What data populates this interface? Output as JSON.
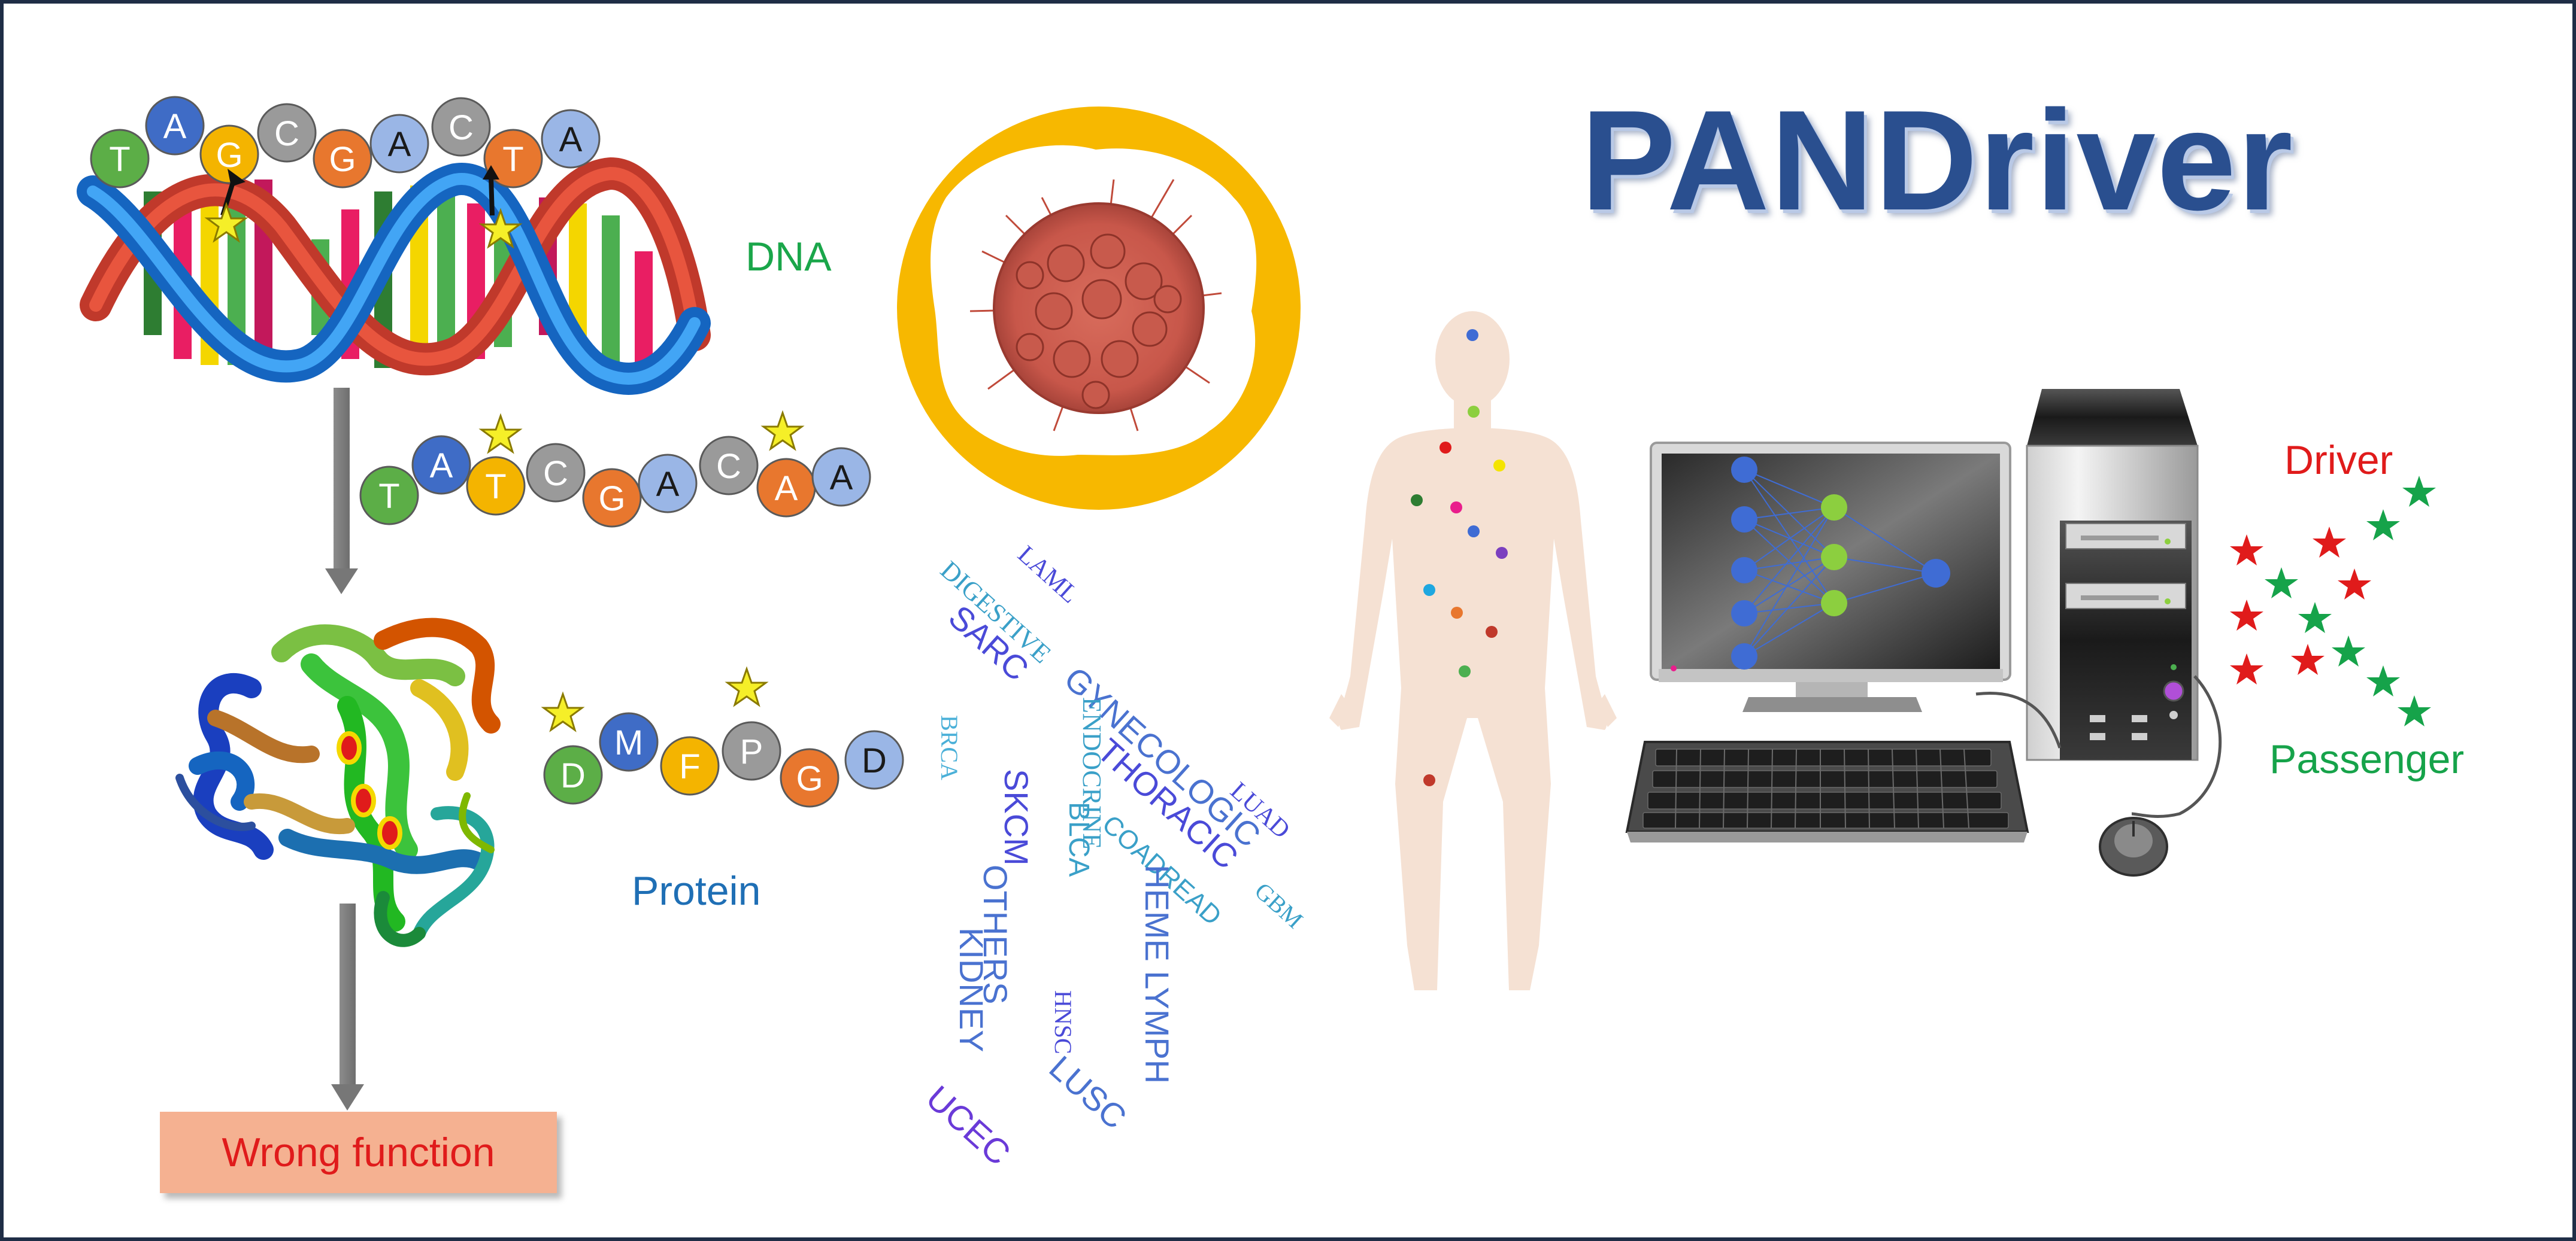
{
  "title": "PANDriver",
  "labels": {
    "dna": "DNA",
    "protein": "Protein",
    "wrong_function": "Wrong function",
    "driver": "Driver",
    "passenger": "Passenger"
  },
  "dna_top_bases": [
    "T",
    "A",
    "G",
    "C",
    "G",
    "A",
    "C",
    "T",
    "A"
  ],
  "dna_mid_bases": [
    "T",
    "A",
    "T",
    "C",
    "G",
    "A",
    "C",
    "A",
    "A"
  ],
  "protein_bases": [
    "D",
    "M",
    "F",
    "P",
    "G",
    "D"
  ],
  "cancer_types": [
    "LAML",
    "DIGESTIVE",
    "SARC",
    "GYNECOLOGIC",
    "ENDOCRINE",
    "BRCA",
    "SKCM",
    "THORACIC",
    "LUAD",
    "BLCA",
    "COADREAD",
    "GBM",
    "OTHERS",
    "HEME LYMPH",
    "KIDNEY",
    "HNSC",
    "LUSC",
    "UCEC"
  ],
  "colors": {
    "title": "#2a4f8f",
    "base_T": "#5cae47",
    "base_A": "#3f6cc6",
    "base_G_yellow": "#f4b400",
    "base_C": "#9a9a9a",
    "base_G_orange": "#e8772e",
    "base_A_light": "#9ab6e6",
    "driver_star": "#e01b1b",
    "passenger_star": "#16a34a",
    "mutation_star": "#f5ef28",
    "cell_ring": "#f7b800",
    "node_blue": "#3f6cd4",
    "node_green": "#8ccf3f"
  }
}
